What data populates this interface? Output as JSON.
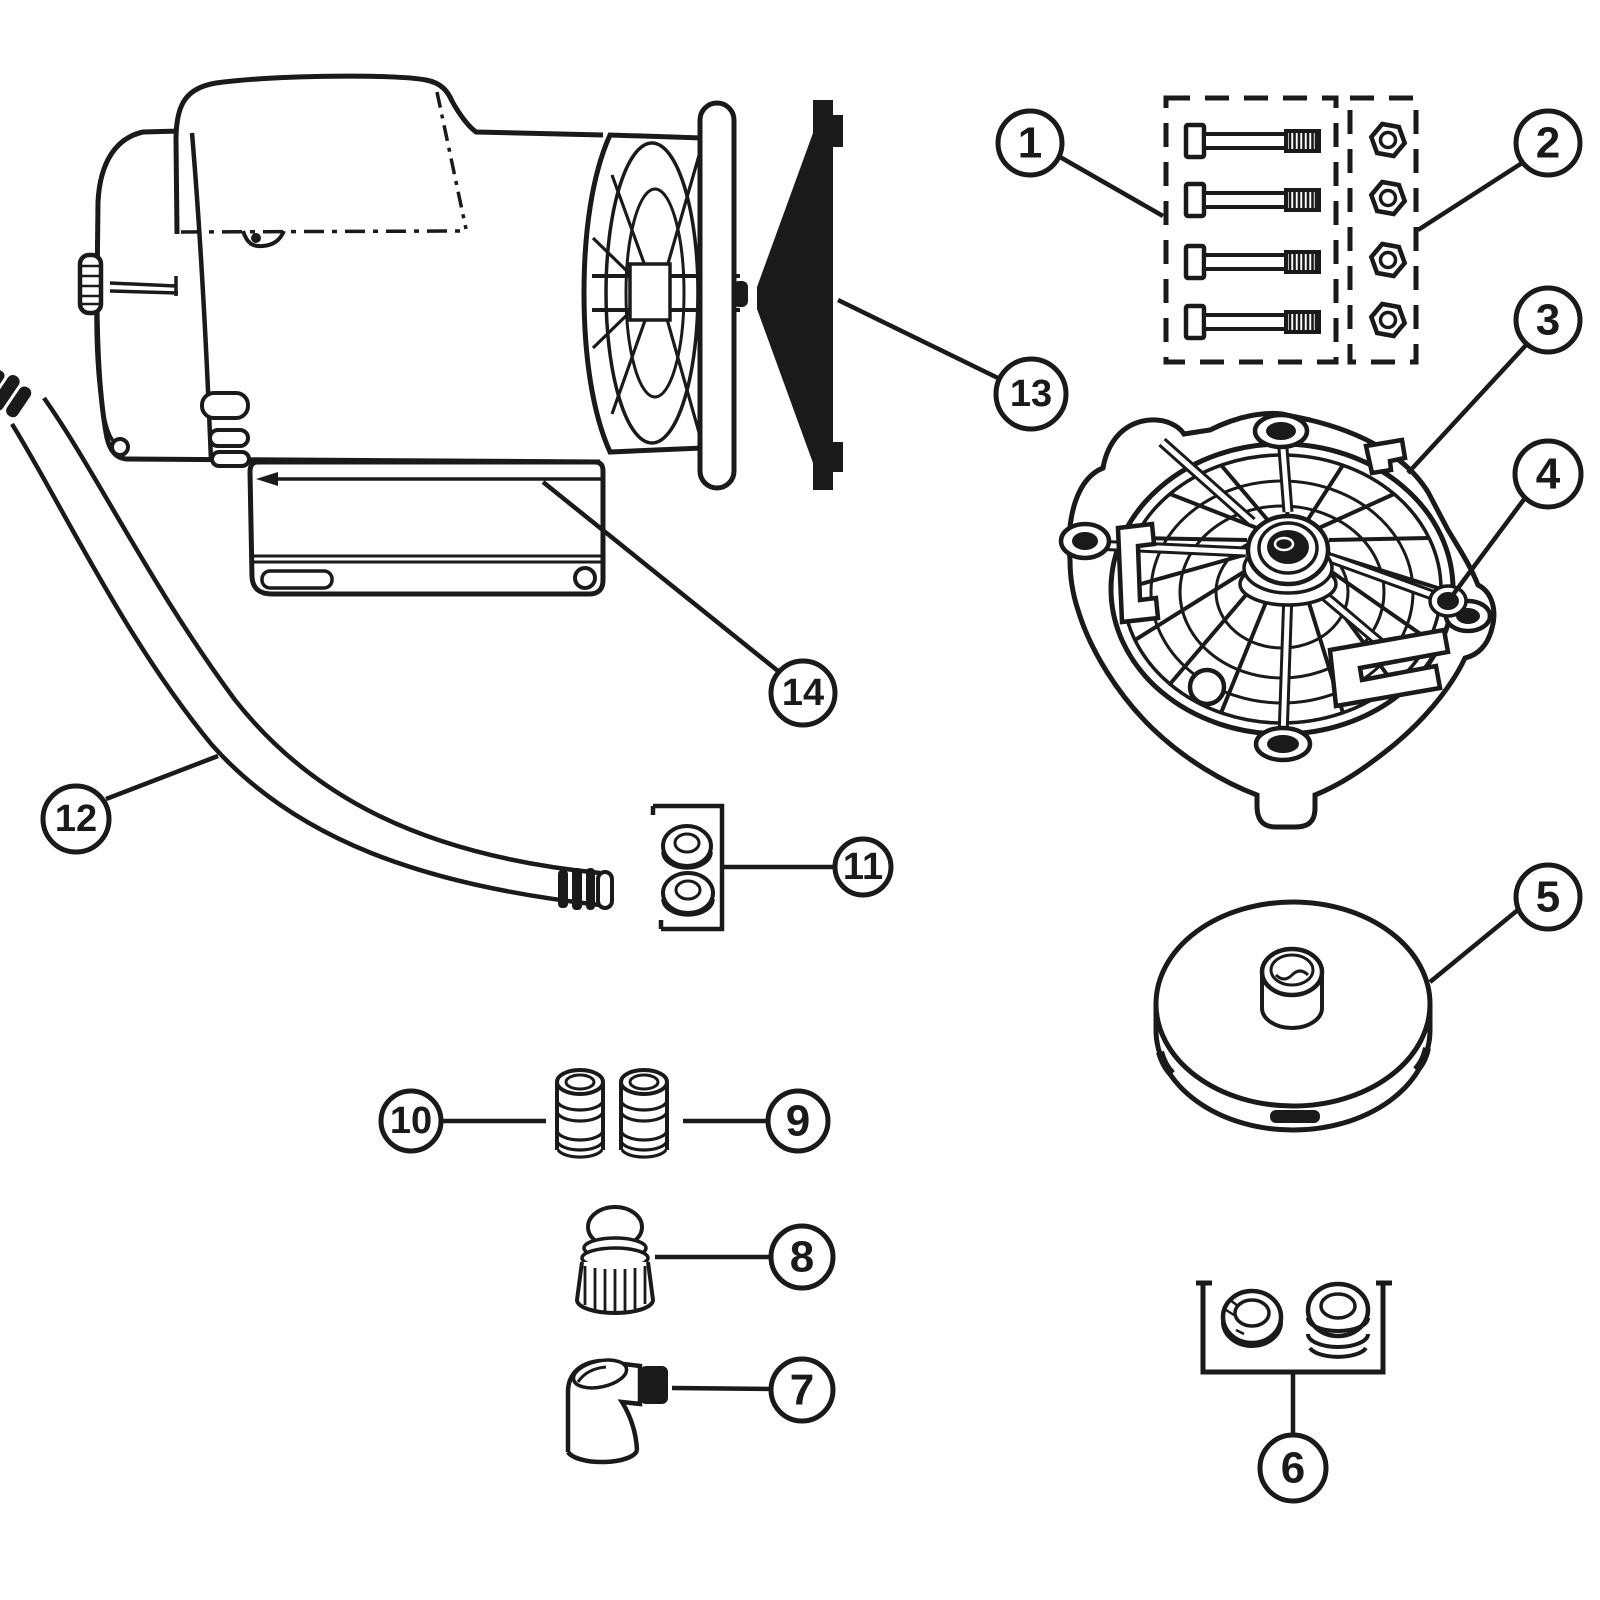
{
  "figure": {
    "type": "exploded-parts-diagram",
    "colors": {
      "ink": "#1a1a1a",
      "paper": "#ffffff"
    },
    "callouts": [
      {
        "label": "1"
      },
      {
        "label": "2"
      },
      {
        "label": "3"
      },
      {
        "label": "4"
      },
      {
        "label": "5"
      },
      {
        "label": "6"
      },
      {
        "label": "7"
      },
      {
        "label": "8"
      },
      {
        "label": "9"
      },
      {
        "label": "10"
      },
      {
        "label": "11"
      },
      {
        "label": "12"
      },
      {
        "label": "13"
      },
      {
        "label": "14"
      }
    ]
  }
}
